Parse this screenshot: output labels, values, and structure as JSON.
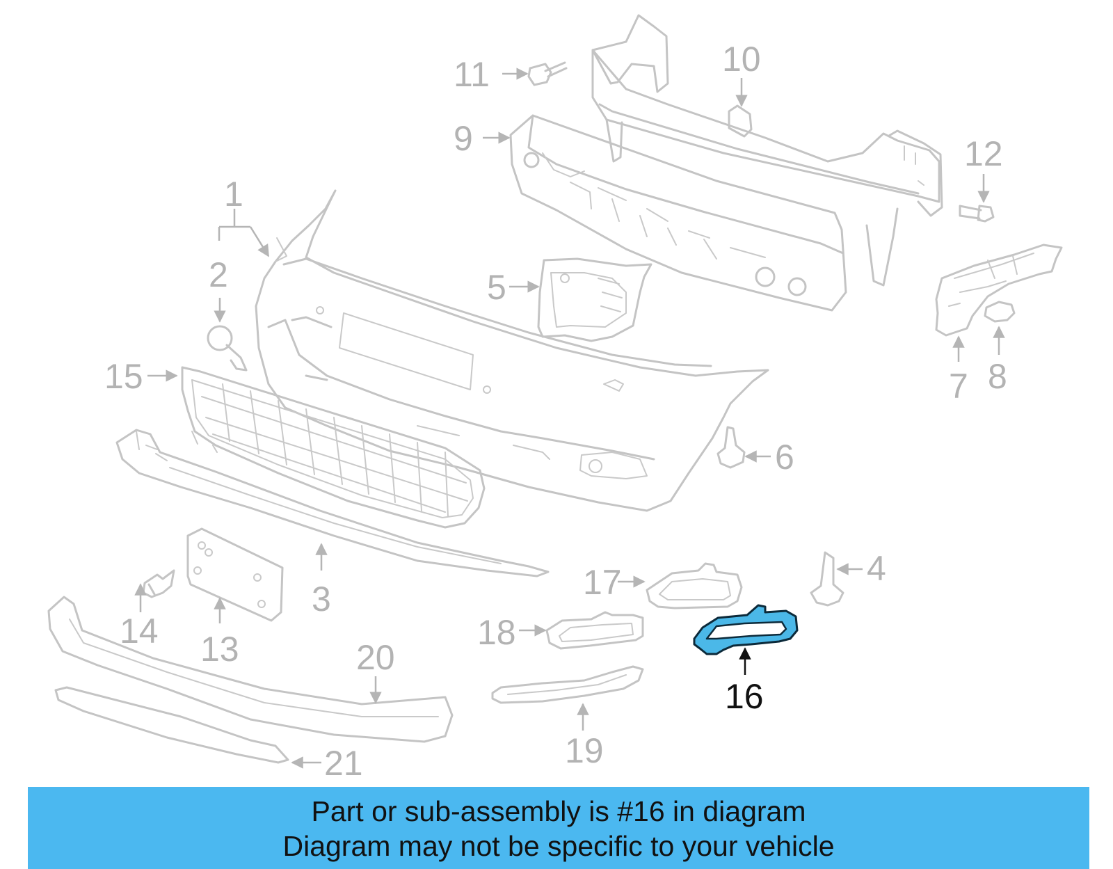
{
  "callouts": {
    "n1": "1",
    "n2": "2",
    "n3": "3",
    "n4": "4",
    "n5": "5",
    "n6": "6",
    "n7": "7",
    "n8": "8",
    "n9": "9",
    "n10": "10",
    "n11": "11",
    "n12": "12",
    "n13": "13",
    "n14": "14",
    "n15": "15",
    "n16": "16",
    "n17": "17",
    "n18": "18",
    "n19": "19",
    "n20": "20",
    "n21": "21"
  },
  "highlighted_part": "16",
  "banner": {
    "line1": "Part or sub-assembly is #16 in diagram",
    "line2": "Diagram may not be specific to your vehicle"
  },
  "colors": {
    "banner": "#4bb8f0",
    "highlight_fill": "#4bb8e8",
    "part_lines": "#c4c4c4",
    "callout_text": "#b3b3b3"
  }
}
